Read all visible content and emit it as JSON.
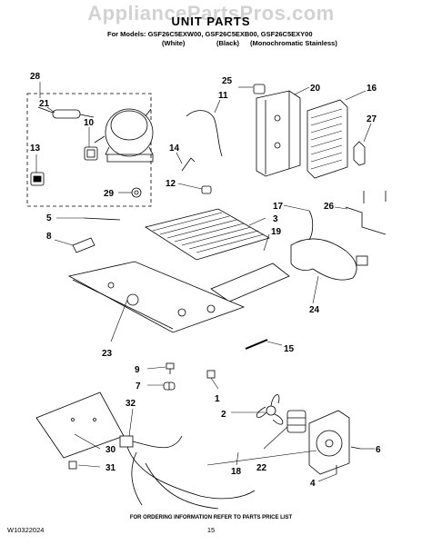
{
  "watermark": "AppliancePartsPros.com",
  "title": "UNIT PARTS",
  "models_line": "For Models: GSF26C5EXW00, GSF26C5EXB00, GSF26C5EXY00",
  "variants": [
    "(White)",
    "(Black)",
    "(Monochromatic Stainless)"
  ],
  "footer_note": "FOR ORDERING INFORMATION REFER TO PARTS PRICE LIST",
  "doc_number": "W10322024",
  "page_number": "15",
  "callouts": [
    "1",
    "2",
    "3",
    "4",
    "5",
    "6",
    "7",
    "8",
    "9",
    "10",
    "11",
    "12",
    "13",
    "14",
    "15",
    "16",
    "17",
    "18",
    "19",
    "20",
    "21",
    "22",
    "23",
    "24",
    "25",
    "26",
    "27",
    "28",
    "29",
    "30",
    "31",
    "32"
  ]
}
